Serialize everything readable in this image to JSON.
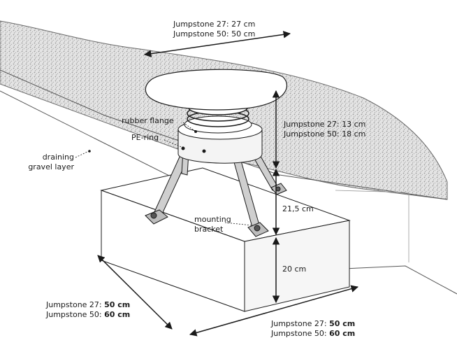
{
  "top_width": {
    "line1": "Jumpstone 27: 27 cm",
    "line2": "Jumpstone 50: 50 cm"
  },
  "spring_height": {
    "line1": "Jumpstone 27: 13 cm",
    "line2": "Jumpstone 50: 18 cm"
  },
  "labels": {
    "rubber_flange": "rubber flange",
    "pe_ring": "PE-ring",
    "gravel_line1": "draining",
    "gravel_line2": "gravel layer",
    "bracket_line1": "mounting",
    "bracket_line2": "bracket"
  },
  "leg_height": "21,5  cm",
  "base_height": "20 cm",
  "base_depth": {
    "line1_prefix": "Jumpstone 27: ",
    "line1_value": "50 cm",
    "line2_prefix": "Jumpstone 50: ",
    "line2_value": "60 cm"
  },
  "base_width": {
    "line1_prefix": "Jumpstone 27: ",
    "line1_value": "50 cm",
    "line2_prefix": "Jumpstone 50: ",
    "line2_value": "60 cm"
  },
  "colors": {
    "stroke": "#1a1a1a",
    "gravel": "#d9d9d9",
    "metal": "#cfcfcf"
  }
}
